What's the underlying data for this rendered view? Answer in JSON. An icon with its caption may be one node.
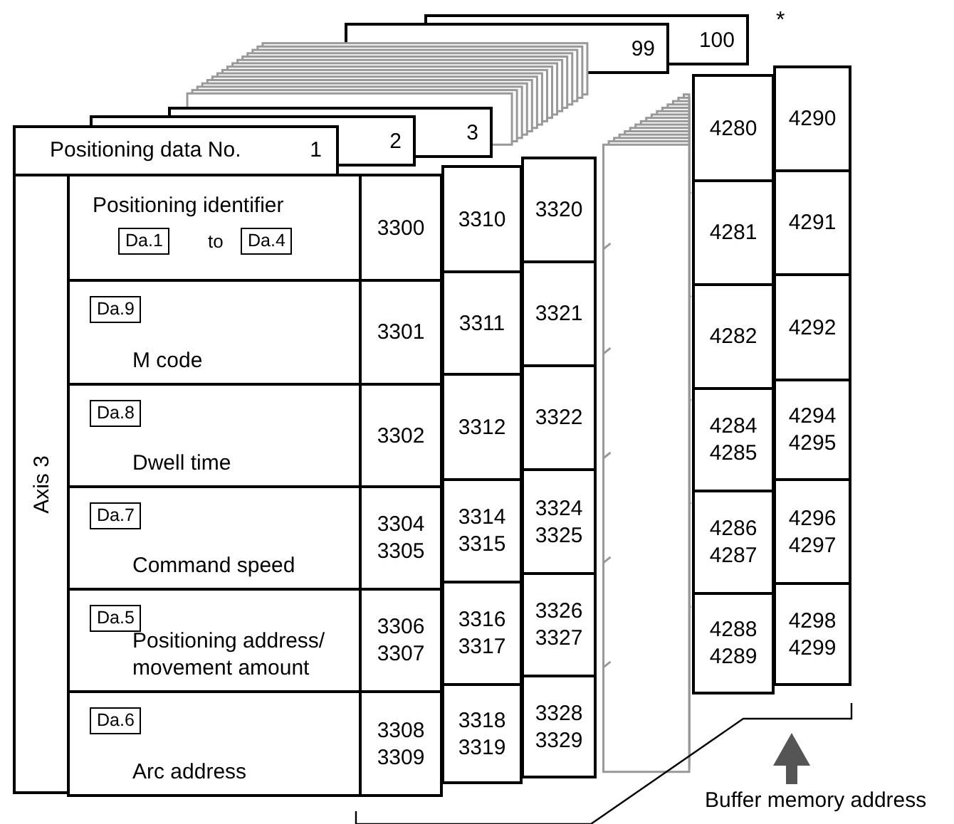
{
  "diagram": {
    "labels": [
      "*",
      "100",
      "99",
      "Positioning data No.",
      "1",
      "2",
      "3",
      "Axis 3",
      "Positioning identifier",
      "Da.1",
      "to",
      "Da.4",
      "Da.9",
      "M code",
      "Da.8",
      "Dwell time",
      "Da.7",
      "Command speed",
      "Da.5",
      "Positioning address/ movement amount",
      "Da.6",
      "Arc address",
      "3300",
      "3301",
      "3302",
      "3304 3305",
      "3306 3307",
      "3308 3309",
      "3310",
      "3311",
      "3312",
      "3314 3315",
      "3316 3317",
      "3318 3319",
      "3320",
      "3321",
      "3322",
      "3324 3325",
      "3326 3327",
      "3328 3329",
      "4280",
      "4281",
      "4282",
      "4284 4285",
      "4286 4287",
      "4288 4289",
      "4290",
      "4291",
      "4292",
      "4294 4295",
      "4296 4297",
      "4298 4299",
      "Buffer memory address"
    ]
  }
}
